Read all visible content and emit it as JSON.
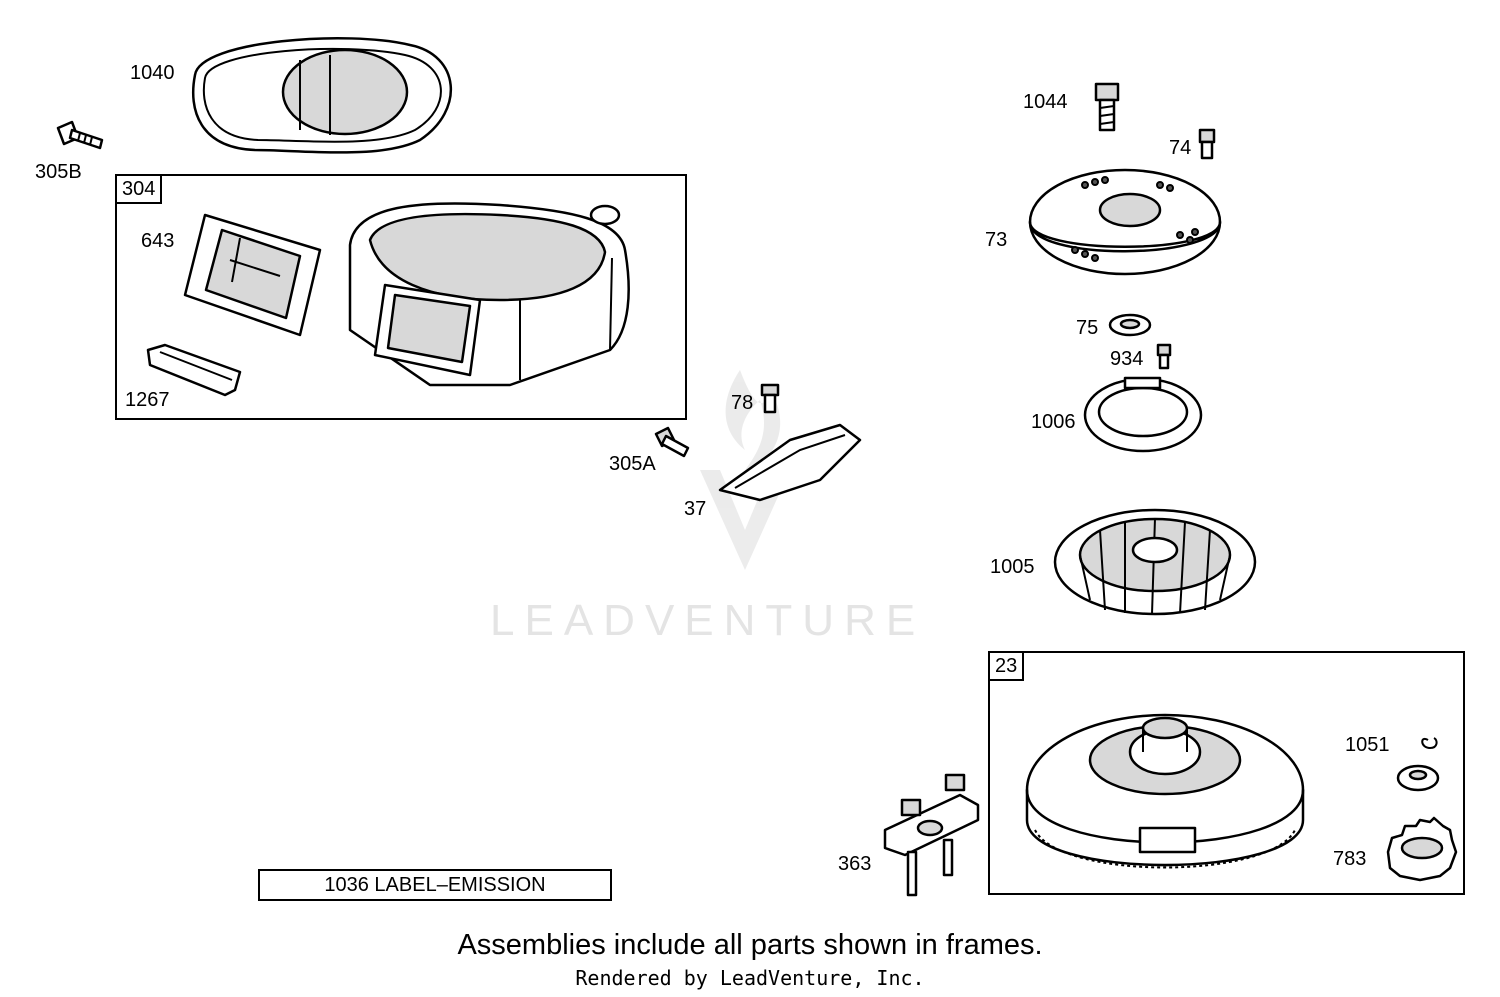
{
  "diagram": {
    "watermark": "LEADVENTURE",
    "parts": {
      "p1040": "1040",
      "p305B": "305B",
      "p304": "304",
      "p643": "643",
      "p1267": "1267",
      "p78": "78",
      "p305A": "305A",
      "p37": "37",
      "p1044": "1044",
      "p74": "74",
      "p73": "73",
      "p75": "75",
      "p934": "934",
      "p1006": "1006",
      "p1005": "1005",
      "p23": "23",
      "p1051": "1051",
      "p783": "783",
      "p363": "363"
    },
    "emission_label": "1036 LABEL–EMISSION",
    "footer_note": "Assemblies include all parts shown in frames.",
    "footer_credit": "Rendered by LeadVenture, Inc."
  }
}
